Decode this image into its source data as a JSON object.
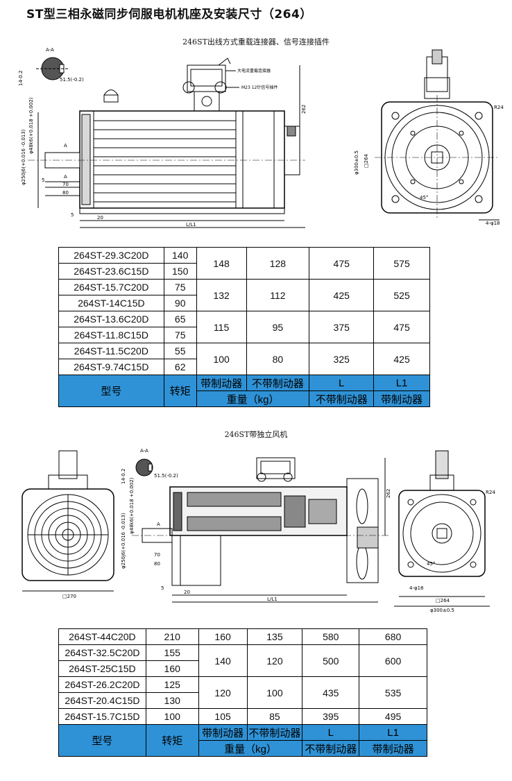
{
  "page_title": "ST型三相永磁同步伺服电机机座及安装尺寸（264）",
  "section1": {
    "caption": "246ST出线方式重载连接器、信号连接插件",
    "drawing": {
      "view_label": "A-A",
      "key_dim": "14-0.2",
      "key_dim2": "51.5(-0.2)",
      "annot_connector": "大电流重载连接器",
      "annot_signal": "M23 12针信号插件",
      "dim_262": "262",
      "dim_shaft": "φ48k6(+0.018 +0.002)",
      "dim_flange": "φ250j6(+0.016 -0.013)",
      "dim_5": "5",
      "dim_70": "70",
      "dim_80": "80",
      "dim_5b": "5",
      "dim_20": "20",
      "dim_L": "L/L1",
      "dim_r24": "R24",
      "dim_300": "φ300±0.5",
      "dim_264": "□264",
      "dim_45": "45°",
      "dim_holes": "4-φ18",
      "A": "A"
    },
    "table": {
      "groups": [
        {
          "rows": [
            {
              "model": "264ST-29.3C20D",
              "torque": "140"
            },
            {
              "model": "264ST-23.6C15D",
              "torque": "150"
            }
          ],
          "w_brake": "148",
          "w_nobrake": "128",
          "L": "475",
          "L1": "575"
        },
        {
          "rows": [
            {
              "model": "264ST-15.7C20D",
              "torque": "75"
            },
            {
              "model": "264ST-14C15D",
              "torque": "90"
            }
          ],
          "w_brake": "132",
          "w_nobrake": "112",
          "L": "425",
          "L1": "525"
        },
        {
          "rows": [
            {
              "model": "264ST-13.6C20D",
              "torque": "65"
            },
            {
              "model": "264ST-11.8C15D",
              "torque": "75"
            }
          ],
          "w_brake": "115",
          "w_nobrake": "95",
          "L": "375",
          "L1": "475"
        },
        {
          "rows": [
            {
              "model": "264ST-11.5C20D",
              "torque": "55"
            },
            {
              "model": "264ST-9.74C15D",
              "torque": "62"
            }
          ],
          "w_brake": "100",
          "w_nobrake": "80",
          "L": "325",
          "L1": "425"
        }
      ],
      "header": {
        "model": "型号",
        "torque": "转矩",
        "with_brake": "带制动器",
        "without_brake": "不带制动器",
        "L": "L",
        "L1": "L1",
        "weight": "重量（kg）",
        "L_sub": "不带制动器",
        "L1_sub": "带制动器"
      }
    }
  },
  "section2": {
    "caption": "246ST带独立风机",
    "drawing": {
      "view_label": "A-A",
      "key_dim": "14-0.2",
      "key_dim2": "51.5(-0.2)",
      "dim_270": "□270",
      "dim_262": "262",
      "dim_shaft": "φ48k6(+0.018 +0.002)",
      "dim_flange": "φ250j6(+0.016 -0.013)",
      "dim_70": "70",
      "dim_80": "80",
      "dim_5": "5",
      "dim_20": "20",
      "dim_L": "L/L1",
      "dim_r24": "R24",
      "dim_45": "45°",
      "dim_holes": "4-φ18",
      "dim_264": "□264",
      "dim_300": "φ300±0.5",
      "A": "A"
    },
    "table": {
      "groups": [
        {
          "rows": [
            {
              "model": "264ST-44C20D",
              "torque": "210"
            }
          ],
          "w_brake": "160",
          "w_nobrake": "135",
          "L": "580",
          "L1": "680"
        },
        {
          "rows": [
            {
              "model": "264ST-32.5C20D",
              "torque": "155"
            },
            {
              "model": "264ST-25C15D",
              "torque": "160"
            }
          ],
          "w_brake": "140",
          "w_nobrake": "120",
          "L": "500",
          "L1": "600"
        },
        {
          "rows": [
            {
              "model": "264ST-26.2C20D",
              "torque": "125"
            },
            {
              "model": "264ST-20.4C15D",
              "torque": "130"
            }
          ],
          "w_brake": "120",
          "w_nobrake": "100",
          "L": "435",
          "L1": "535"
        },
        {
          "rows": [
            {
              "model": "264ST-15.7C15D",
              "torque": "100"
            }
          ],
          "w_brake": "105",
          "w_nobrake": "85",
          "L": "395",
          "L1": "495"
        }
      ],
      "header": {
        "model": "型号",
        "torque": "转矩",
        "with_brake": "带制动器",
        "without_brake": "不带制动器",
        "L": "L",
        "L1": "L1",
        "weight": "重量（kg）",
        "L_sub": "不带制动器",
        "L1_sub": "带制动器"
      }
    }
  },
  "colors": {
    "header_bg": "#2f92d6"
  }
}
